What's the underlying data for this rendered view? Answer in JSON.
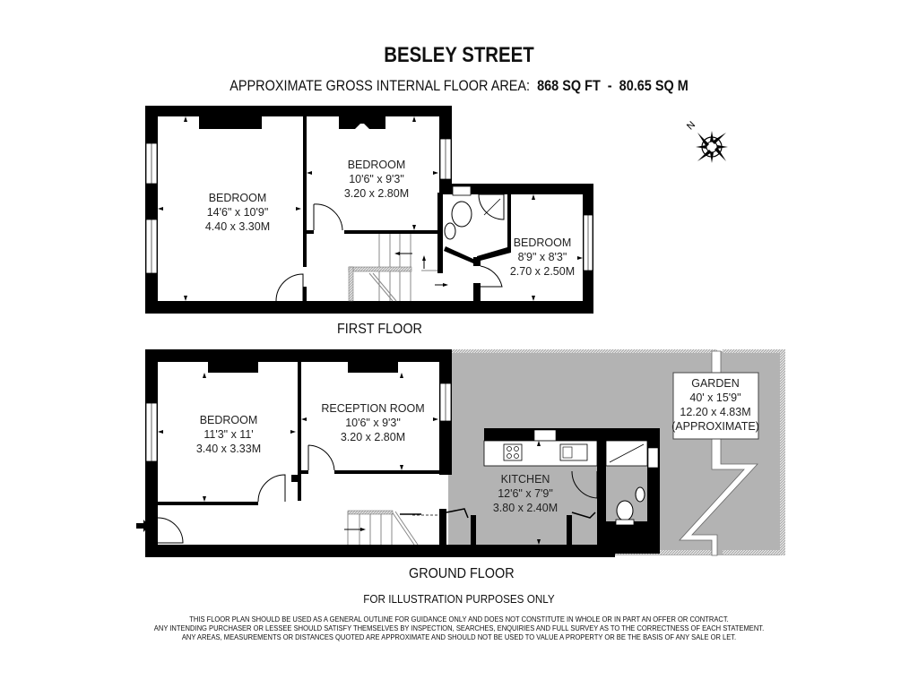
{
  "header": {
    "title": "BESLEY STREET",
    "area_label": "APPROXIMATE GROSS INTERNAL FLOOR AREA:",
    "area_sqft": "868 SQ FT",
    "area_sep": "-",
    "area_sqm": "80.65 SQ M"
  },
  "compass": {
    "label": "N",
    "icon": "compass-rose-icon"
  },
  "first_floor": {
    "label": "FIRST FLOOR",
    "rooms": [
      {
        "name": "BEDROOM",
        "imperial": "14'6\" x 10'9\"",
        "metric": "4.40 x 3.30M"
      },
      {
        "name": "BEDROOM",
        "imperial": "10'6\" x 9'3\"",
        "metric": "3.20 x 2.80M"
      },
      {
        "name": "BEDROOM",
        "imperial": "8'9\" x 8'3\"",
        "metric": "2.70 x 2.50M"
      }
    ]
  },
  "ground_floor": {
    "label": "GROUND FLOOR",
    "rooms": [
      {
        "name": "BEDROOM",
        "imperial": "11'3\" x 11'",
        "metric": "3.40 x 3.33M"
      },
      {
        "name": "RECEPTION ROOM",
        "imperial": "10'6\" x 9'3\"",
        "metric": "3.20 x 2.80M"
      },
      {
        "name": "KITCHEN",
        "imperial": "12'6\" x 7'9\"",
        "metric": "3.80 x 2.40M"
      }
    ],
    "garden": {
      "name": "GARDEN",
      "imperial": "40' x 15'9\"",
      "metric": "12.20 x 4.83M",
      "note": "(APPROXIMATE)"
    }
  },
  "footer": {
    "illustration_note": "FOR ILLUSTRATION PURPOSES ONLY",
    "disclaimer": [
      "THIS FLOOR PLAN SHOULD BE USED AS A GENERAL OUTLINE FOR GUIDANCE ONLY AND DOES NOT CONSTITUTE IN WHOLE OR IN PART AN OFFER OR CONTRACT.",
      "ANY INTENDING PURCHASER OR LESSEE SHOULD SATISFY THEMSELVES BY INSPECTION, SEARCHES, ENQUIRIES AND FULL SURVEY AS TO THE CORRECTNESS OF EACH STATEMENT.",
      "ANY AREAS, MEASUREMENTS OR DISTANCES QUOTED ARE APPROXIMATE AND SHOULD NOT BE USED TO VALUE A PROPERTY OR BE THE BASIS OF ANY SALE OR LET."
    ]
  },
  "colors": {
    "wall": "#000000",
    "garden": "#b3b3b3",
    "background": "#ffffff"
  }
}
